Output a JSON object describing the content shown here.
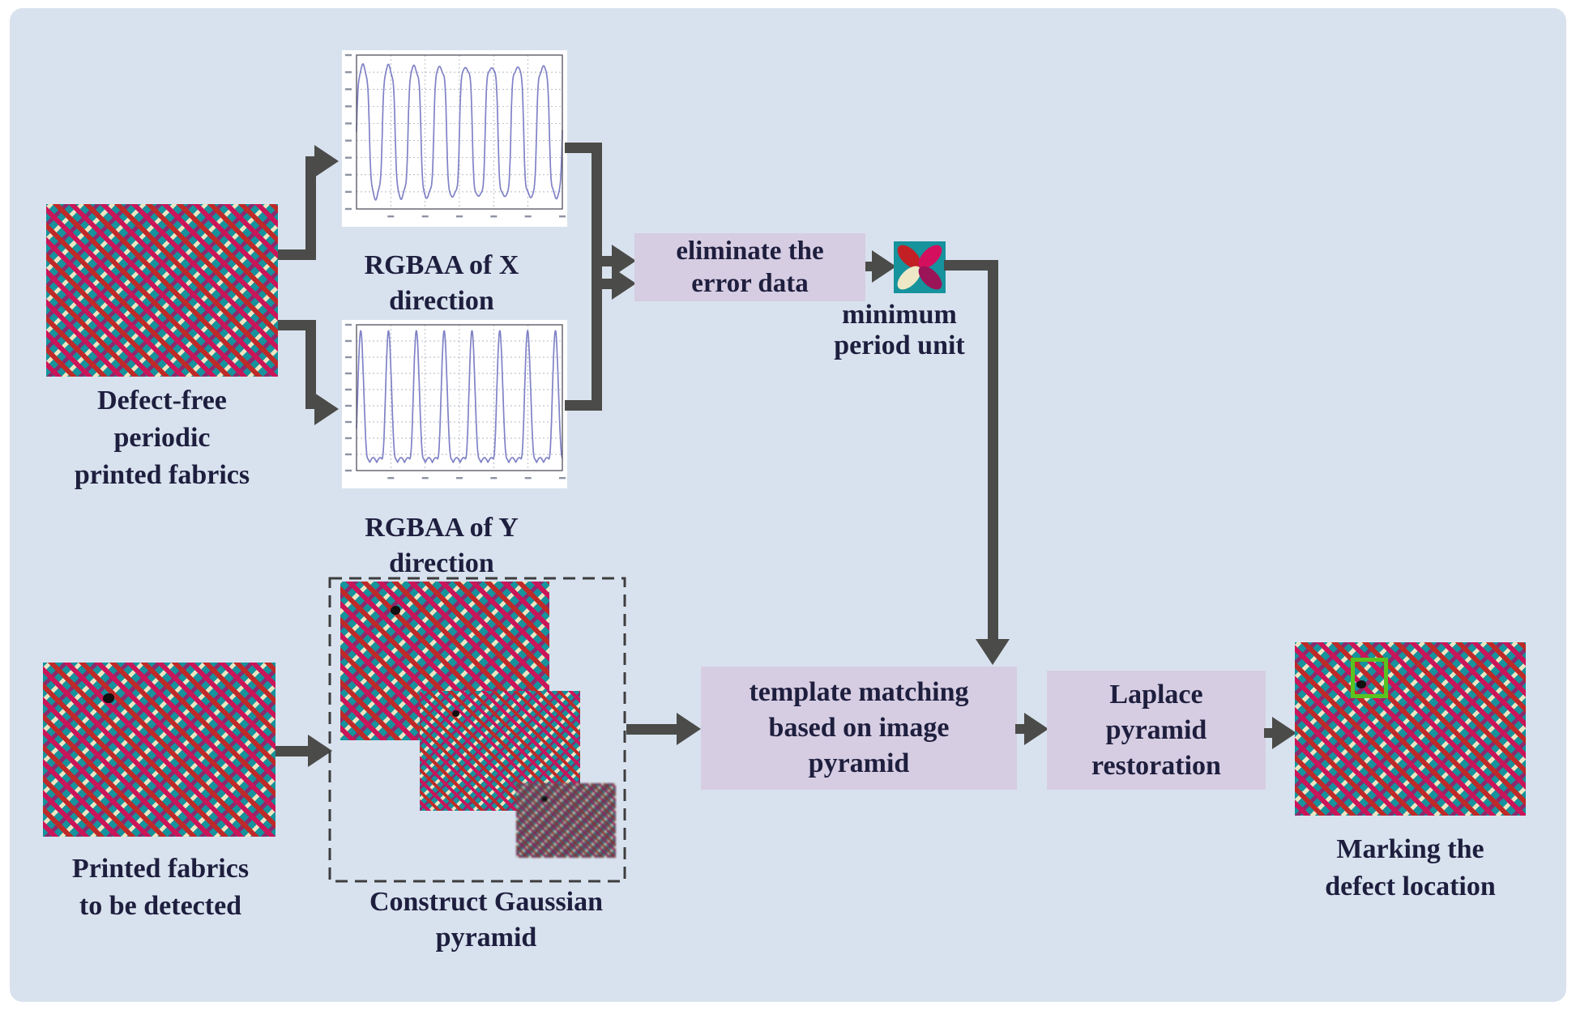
{
  "colors": {
    "panel_bg": "#d8e2ee",
    "process_box_bg": "#d6cde2",
    "arrow": "#4b4b49",
    "text": "#1e1e3e",
    "fabric_teal": "#16939d",
    "fabric_crimson": "#cb1559",
    "fabric_red": "#bf2a28",
    "fabric_purple": "#8d2a6c",
    "fabric_cream": "#ece5c2",
    "plot_line": "#8082c6",
    "defect_marker_green": "#58c41f"
  },
  "labels": {
    "fabric_defect_free": [
      "Defect-free",
      "periodic",
      "printed fabrics"
    ],
    "plot_x": [
      "RGBAA of X",
      "direction"
    ],
    "plot_y": [
      "RGBAA of Y",
      "direction"
    ],
    "eliminate": [
      "eliminate the",
      "error data"
    ],
    "min_period": [
      "minimum",
      "period unit"
    ],
    "fabric_detect": [
      "Printed fabrics",
      "to be detected"
    ],
    "gaussian": [
      "Construct Gaussian",
      "pyramid"
    ],
    "template": [
      "template matching",
      "based on image",
      "pyramid"
    ],
    "laplace": [
      "Laplace",
      "pyramid",
      "restoration"
    ],
    "marking": [
      "Marking the",
      "defect location"
    ]
  },
  "plots": {
    "x_direction": {
      "style": "clipped-periodic-wave",
      "cycles": 8
    },
    "y_direction": {
      "style": "spike-periodic-wave",
      "cycles": 7.4
    }
  }
}
